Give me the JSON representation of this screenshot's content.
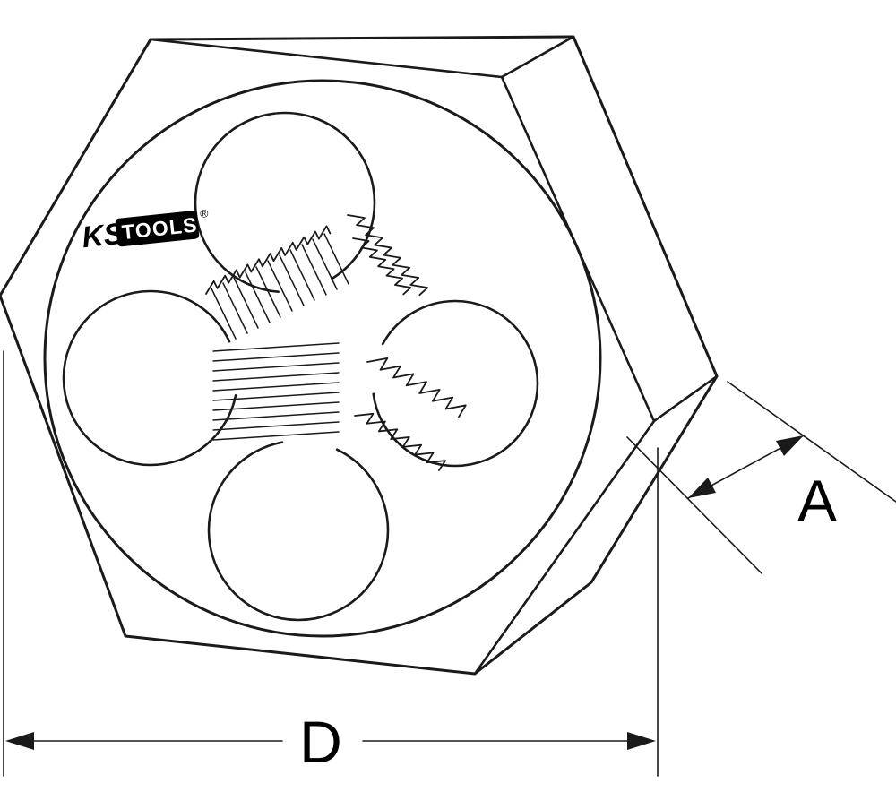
{
  "logo": {
    "ks": "KS",
    "tools": "TOOLS",
    "reg": "®"
  },
  "dims": {
    "width": "D",
    "thickness": "A"
  },
  "colors": {
    "line": "#1a1a1a",
    "bg": "#ffffff",
    "logo_bg": "#000000",
    "logo_fg": "#ffffff"
  }
}
